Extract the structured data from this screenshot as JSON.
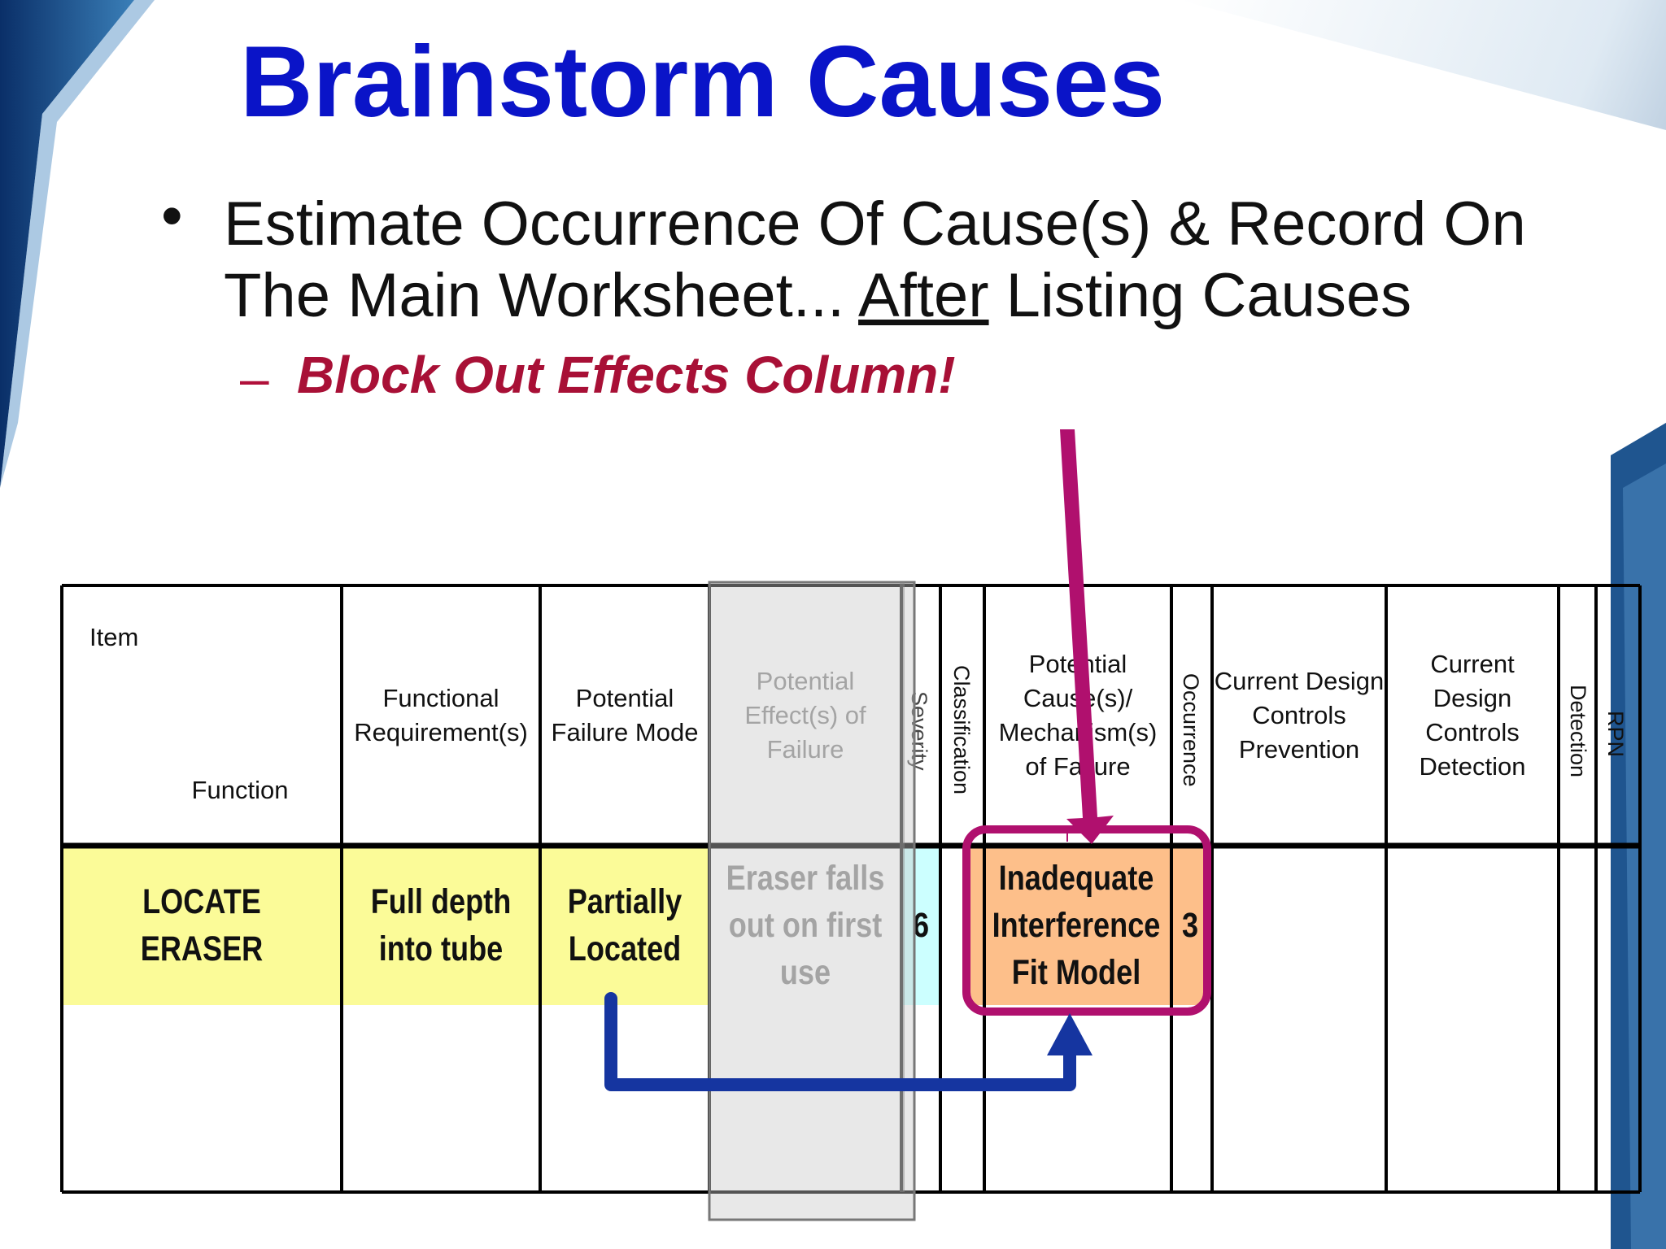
{
  "slide": {
    "title": "Brainstorm Causes",
    "bullet_symbol": "•",
    "bullet1_a": "Estimate Occurrence Of Cause(s) & Record On The Main Worksheet... ",
    "bullet1_u": "After",
    "bullet1_b": " Listing Causes",
    "sub_dash": "–",
    "sub_bullet": "Block Out Effects Column!"
  },
  "table": {
    "headers": {
      "item": "Item",
      "function": "Function",
      "functional_req": "Functional Requirement(s)",
      "failure_mode": "Potential Failure Mode",
      "effects": "Potential Effect(s) of Failure",
      "severity": "Severity",
      "classification": "Classification",
      "causes": "Potential Cause(s)/ Mechanism(s) of Failure",
      "occurrence": "Occurrence",
      "prevention": "Current Design Controls Prevention",
      "detection_controls": "Current Design Controls Detection",
      "detection": "Detection",
      "rpn": "RPN"
    },
    "row": {
      "item_function": "LOCATE ERASER",
      "functional_req": "Full depth into tube",
      "failure_mode": "Partially Located",
      "effect": "Eraser falls out on first use",
      "severity": "6",
      "cause": "Inadequate Interference Fit Model",
      "occurrence": "3"
    }
  },
  "colors": {
    "title": "#0a14c8",
    "sub_bullet": "#a81036",
    "row_highlight": "#fbfb98",
    "severity_cell": "#ccffff",
    "cause_cell": "#fdbf8a",
    "magenta_arrow": "#b0106e",
    "blue_arrow": "#1535a0",
    "effects_mask": "#c8c8c8"
  }
}
